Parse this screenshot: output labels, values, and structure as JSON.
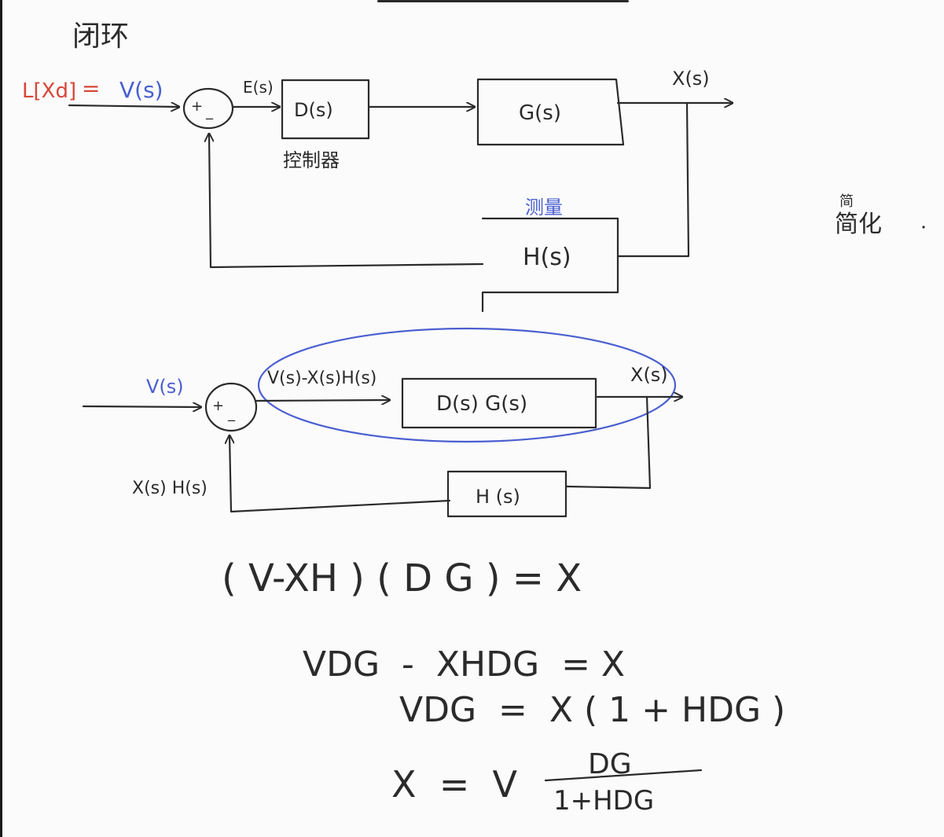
{
  "colors": {
    "ink": "#2b2b2b",
    "blue": "#4a5fd0",
    "red": "#d8463a",
    "paper": "#fbfbfb"
  },
  "heading": "闭环",
  "side_note": {
    "top": "简",
    "main": "简化"
  },
  "diagram1": {
    "input_red": "L[Xd]",
    "equals": "=",
    "input_blue": "V(s)",
    "summer_plus": "+",
    "summer_minus": "_",
    "error_label": "E(s)",
    "controller_block": "D(s)",
    "controller_caption": "控制器",
    "plant_block": "G(s)",
    "output_label": "X(s)",
    "measure_caption": "测量",
    "feedback_block": "H(s)"
  },
  "diagram2": {
    "input_label": "V(s)",
    "summer_plus": "+",
    "summer_minus": "_",
    "error_expr": "V(s)-X(s)H(s)",
    "forward_block": "D(s) G(s)",
    "output_label": "X(s)",
    "feedback_label": "X(s) H(s)",
    "feedback_block": "H (s)"
  },
  "equations": [
    "( V-XH ) ( D G ) = X",
    "VDG  -  XHDG  = X",
    "VDG  =  X ( 1 + HDG )"
  ],
  "final_equation": {
    "lhs": "X  =  V",
    "numerator": "DG",
    "denominator": "1+HDG"
  }
}
